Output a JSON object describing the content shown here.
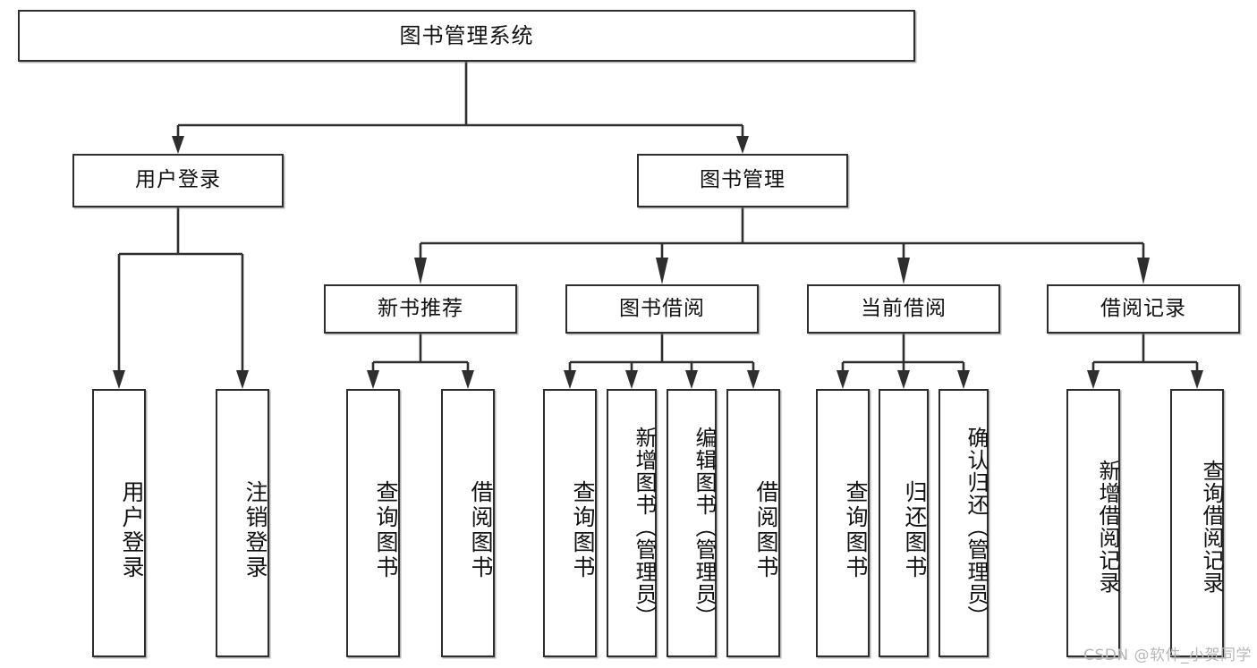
{
  "diagram": {
    "title": "图书管理系统",
    "type": "tree-hierarchy-chart",
    "root": {
      "label": "图书管理系统"
    },
    "level2": [
      {
        "label": "用户登录"
      },
      {
        "label": "图书管理"
      }
    ],
    "level3": [
      {
        "label": "新书推荐"
      },
      {
        "label": "图书借阅"
      },
      {
        "label": "当前借阅"
      },
      {
        "label": "借阅记录"
      }
    ],
    "leaves": {
      "user_login": [
        {
          "label": "用户登录"
        },
        {
          "label": "注销登录"
        }
      ],
      "new_book_recommend": [
        {
          "label": "查询图书"
        },
        {
          "label": "借阅图书"
        }
      ],
      "book_borrow": [
        {
          "label": "查询图书"
        },
        {
          "label": "新增图书（管理员）"
        },
        {
          "label": "编辑图书（管理员）"
        },
        {
          "label": "借阅图书"
        }
      ],
      "current_borrow": [
        {
          "label": "查询图书"
        },
        {
          "label": "归还图书"
        },
        {
          "label": "确认归还（管理员）"
        }
      ],
      "borrow_record": [
        {
          "label": "新增借阅记录"
        },
        {
          "label": "查询借阅记录"
        }
      ]
    }
  },
  "watermark": {
    "text": "CSDN @软件_小贺同学"
  },
  "colors": {
    "stroke": "#2e2e2e",
    "fill": "#ffffff",
    "text": "#111111",
    "watermark": "#b7b7b7"
  }
}
